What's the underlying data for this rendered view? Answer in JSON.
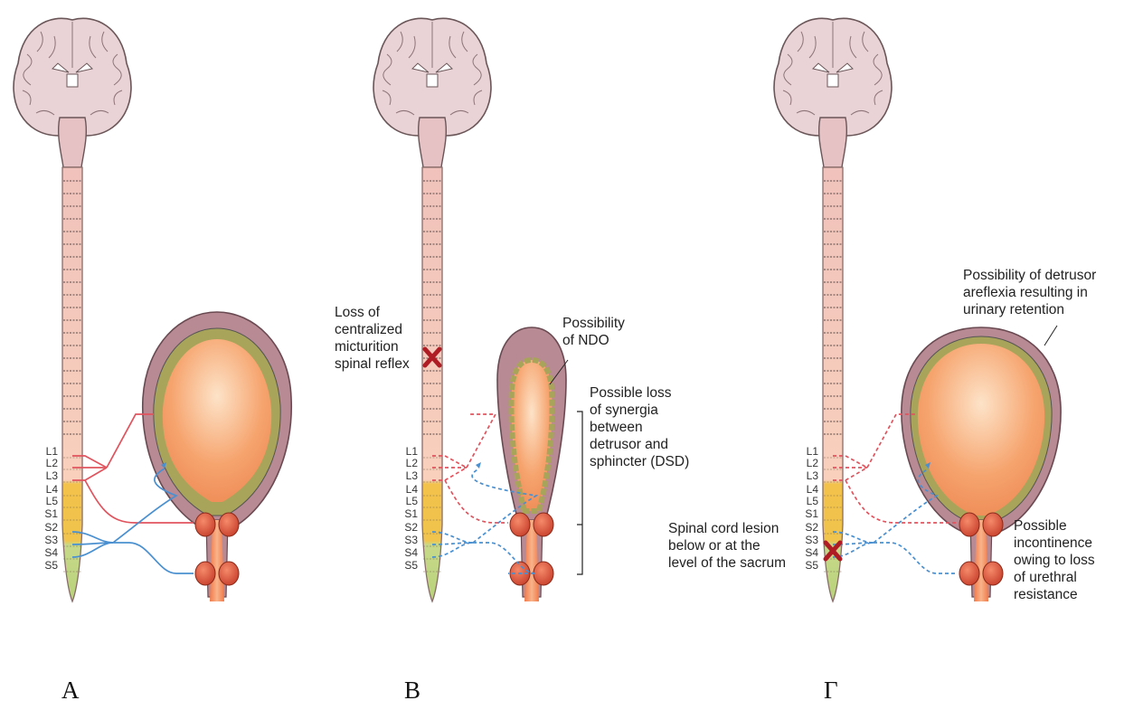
{
  "segment_labels": [
    "L1",
    "L2",
    "L3",
    "L4",
    "L5",
    "S1",
    "S2",
    "S3",
    "S4",
    "S5"
  ],
  "panels": [
    {
      "letter": "А",
      "annotations": []
    },
    {
      "letter": "В",
      "annotations": [
        {
          "id": "loss-centralized",
          "text": "Loss of\ncentralized\nmicturition\nspinal reflex"
        },
        {
          "id": "possibility-ndo",
          "text": "Possibility\nof NDO"
        },
        {
          "id": "possible-loss-synergia",
          "text": "Possible loss\nof synergia\nbetween\ndetrusor and\nsphincter (DSD)"
        }
      ]
    },
    {
      "letter": "Г",
      "annotations": [
        {
          "id": "detrusor-areflexia",
          "text": "Possibility of detrusor\nareflexia resulting in\nurinary retention"
        },
        {
          "id": "spinal-lesion",
          "text": "Spinal cord lesion\nbelow or at the\nlevel of the sacrum"
        },
        {
          "id": "possible-incontinence",
          "text": "Possible\nincontinence\nowing to loss\nof urethral\nresistance"
        }
      ]
    }
  ],
  "colors": {
    "brain": "#e9d3d6",
    "brain_outline": "#6a5558",
    "cord_upper": "#f7cdbd",
    "cord_lumbar": "#f2c24a",
    "cord_sacral": "#c7d98a",
    "bladder_wall": "#b88a93",
    "detrusor_layer": "#a8a45a",
    "bladder_lumen": "#f4a06a",
    "sphincter": "#e0563a",
    "efferent_nerve": "#e0545e",
    "afferent_nerve": "#4a90d0",
    "lesion": "#b01c24"
  }
}
